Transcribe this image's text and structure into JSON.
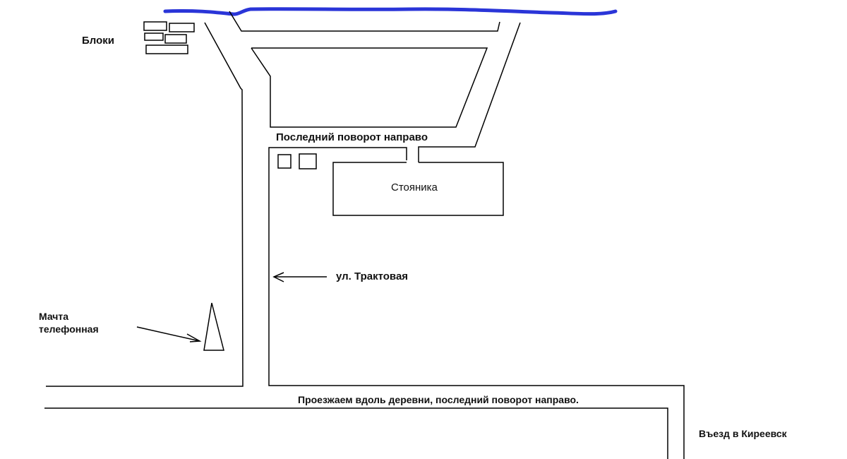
{
  "map": {
    "water_color": "#2a35d8",
    "line_color": "#000000",
    "labels": {
      "blocks": "Блоки",
      "last_turn_right": "Последний поворот направо",
      "parking": "Стояника",
      "street": "ул. Трактовая",
      "mast_line1": "Мачта",
      "mast_line2": "телефонная",
      "drive_along": "Проезжаем вдоль деревни, последний поворот направо.",
      "entry": "Въезд в Киреевск"
    }
  }
}
